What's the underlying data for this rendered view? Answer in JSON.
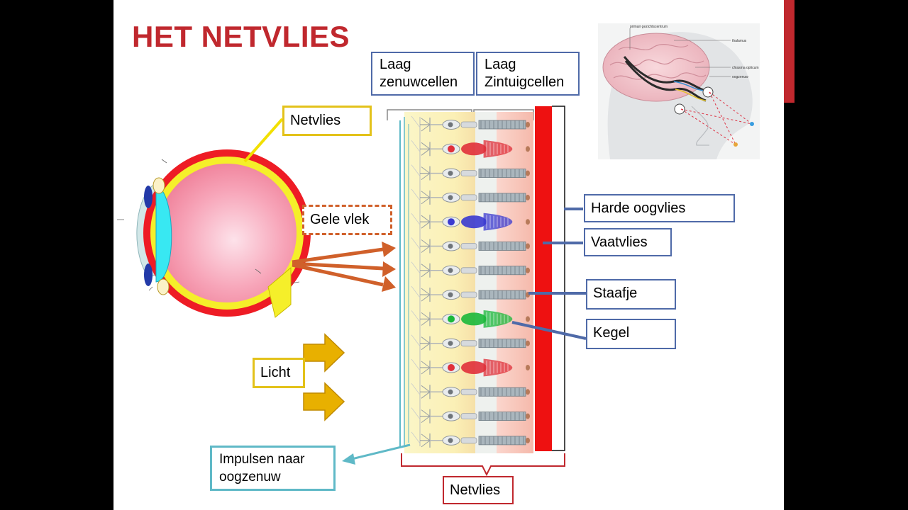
{
  "title": "HET NETVLIES",
  "labels": {
    "laag_zenuwcellen": [
      "Laag",
      "zenuwcellen"
    ],
    "laag_zintuigcellen": [
      "Laag",
      "Zintuigcellen"
    ],
    "netvlies_eye": "Netvlies",
    "gele_vlek": "Gele vlek",
    "licht": "Licht",
    "impulsen": [
      "Impulsen naar",
      "oogzenuw"
    ],
    "netvlies_bottom": "Netvlies",
    "harde_oogvlies": "Harde oogvlies",
    "vaatvlies": "Vaatvlies",
    "staafje": "Staafje",
    "kegel": "Kegel"
  },
  "brain_inset_labels": [
    "primair gezichtscentrum",
    "thalamus",
    "chiasma opticum",
    "oogzenuw"
  ],
  "cell_rows": [
    "rod",
    "cone-red",
    "rod",
    "rod",
    "cone-blue",
    "rod",
    "rod",
    "rod",
    "cone-green",
    "rod",
    "cone-red",
    "rod",
    "rod",
    "rod"
  ],
  "colors": {
    "title": "#c0282e",
    "accent": "#c0282e",
    "label_border_blue": "#4f6aa8",
    "label_border_yellow": "#e3c21a",
    "label_border_teal": "#5fb9c7",
    "label_border_red": "#c0282e",
    "arrow_orange": "#d0602a",
    "light_arrow": "#e8b000",
    "vaatvlies_red": "#ee1111",
    "cone_red": "#e0303a",
    "cone_blue": "#3a3ad0",
    "cone_green": "#1ab83a"
  }
}
